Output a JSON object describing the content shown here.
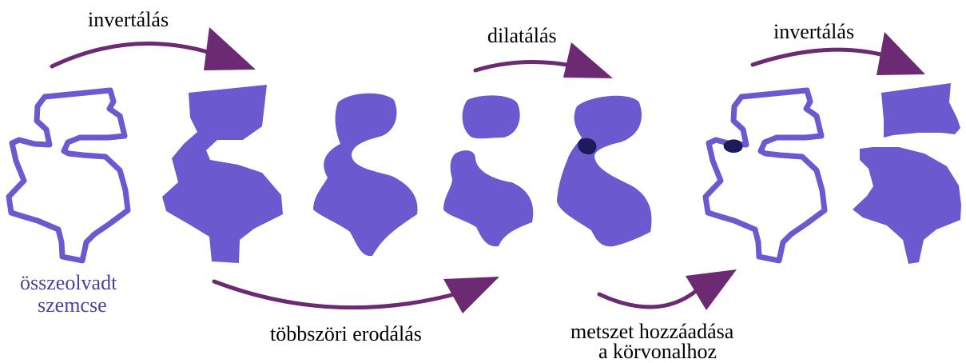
{
  "labels": {
    "invert_1": "invertálás",
    "dilate": "dilatálás",
    "invert_2": "invertálás",
    "merged_line1": "összeolvadt",
    "merged_line2": "szemcse",
    "erode": "többszöri erodálás",
    "intersect_line1": "metszet hozzáadása",
    "intersect_line2": "a körvonalhoz"
  },
  "colors": {
    "shape_fill": "#6a59cf",
    "outline": "#6a59cf",
    "arrow": "#6b2a72",
    "intersection": "#1d1b5c",
    "text": "#000000",
    "merged_text": "#4f3f9e"
  }
}
